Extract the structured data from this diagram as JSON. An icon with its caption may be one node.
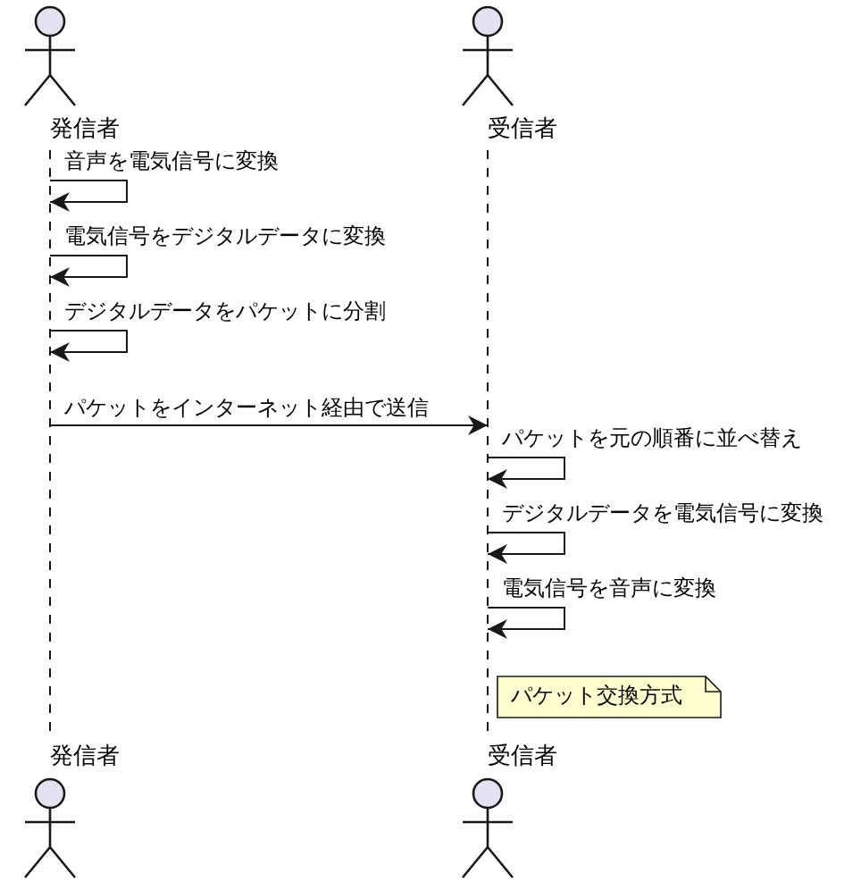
{
  "diagram": {
    "nodes": [
      {
        "text": [
          "発信者"
        ]
      },
      {
        "text": [
          "受信者"
        ]
      },
      {
        "text": [
          "発信者"
        ]
      },
      {
        "text": [
          "受信者"
        ]
      },
      {
        "text": [
          "パケット交換方式"
        ]
      }
    ],
    "edges": [
      {
        "from": 0,
        "to": 0,
        "arrow": "to",
        "label": "音声を電気信号に変換"
      },
      {
        "from": 0,
        "to": 0,
        "arrow": "to",
        "label": "電気信号をデジタルデータに変換"
      },
      {
        "from": 0,
        "to": 0,
        "arrow": "to",
        "label": "デジタルデータをパケットに分割"
      },
      {
        "from": 0,
        "to": 1,
        "arrow": "to",
        "label": "パケットをインターネット経由で送信"
      },
      {
        "from": 1,
        "to": 1,
        "arrow": "to",
        "label": "パケットを元の順番に並べ替え"
      },
      {
        "from": 1,
        "to": 1,
        "arrow": "to",
        "label": "デジタルデータを電気信号に変換"
      },
      {
        "from": 1,
        "to": 1,
        "arrow": "to",
        "label": "電気信号を音声に変換"
      }
    ]
  }
}
